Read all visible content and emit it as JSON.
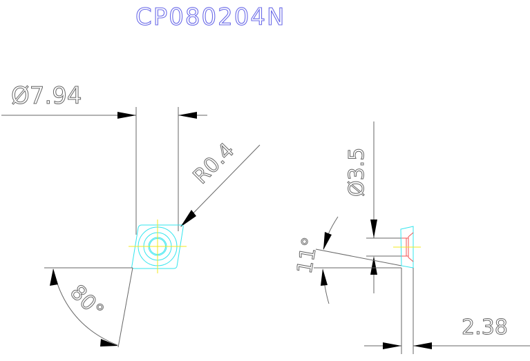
{
  "drawing": {
    "title": "CP080204N",
    "colors": {
      "title": "#6a6ae8",
      "dimension_lines": "#666666",
      "arrows": "#000000",
      "insert_outline": "#33e5ee",
      "center_lines": "#f0ea1e",
      "hole_section": "#f05050",
      "background": "#ffffff"
    },
    "top_view": {
      "dimensions": {
        "inscribed_circle_diameter": "Ø7.94",
        "corner_radius": "R0.4",
        "included_angle": "80°"
      }
    },
    "side_view": {
      "dimensions": {
        "hole_diameter": "Ø3.5",
        "clearance_angle": "11°",
        "thickness": "2.38"
      }
    }
  }
}
